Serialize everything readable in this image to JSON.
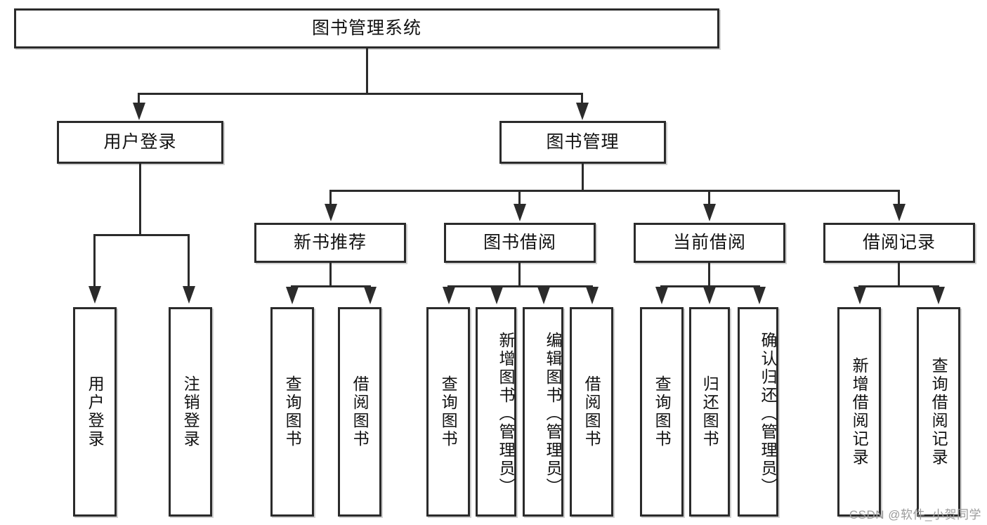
{
  "diagram": {
    "title": "图书管理系统",
    "type": "hierarchy-tree",
    "root": {
      "label": "图书管理系统"
    },
    "level2": [
      {
        "label": "用户登录"
      },
      {
        "label": "图书管理"
      }
    ],
    "level3": [
      {
        "label": "新书推荐"
      },
      {
        "label": "图书借阅"
      },
      {
        "label": "当前借阅"
      },
      {
        "label": "借阅记录"
      }
    ],
    "leaves": {
      "user_login": [
        {
          "label": "用户登录"
        },
        {
          "label": "注销登录"
        }
      ],
      "new_book_recommend": [
        {
          "label": "查询图书"
        },
        {
          "label": "借阅图书"
        }
      ],
      "book_borrow": [
        {
          "label": "查询图书"
        },
        {
          "label": "新增图书（管理员）"
        },
        {
          "label": "编辑图书（管理员）"
        },
        {
          "label": "借阅图书"
        }
      ],
      "current_borrow": [
        {
          "label": "查询图书"
        },
        {
          "label": "归还图书"
        },
        {
          "label": "确认归还（管理员）"
        }
      ],
      "borrow_record": [
        {
          "label": "新增借阅记录"
        },
        {
          "label": "查询借阅记录"
        }
      ]
    }
  },
  "watermark": {
    "text": "CSDN @软件_小贺同学"
  },
  "colors": {
    "stroke": "#2b2b2b",
    "background": "#ffffff",
    "text": "#111111",
    "watermark": "#9b9b9b"
  }
}
